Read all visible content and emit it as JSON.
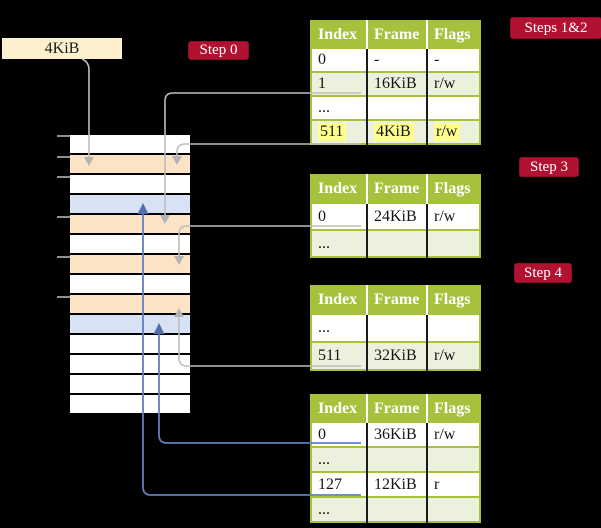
{
  "labels": {
    "frame_size": "4KiB"
  },
  "badges": {
    "step0": "Step 0",
    "steps12": "Steps 1&2",
    "step3": "Step 3",
    "step4": "Step 4"
  },
  "columns": [
    "Index",
    "Frame",
    "Flags"
  ],
  "tables": [
    {
      "id": "steps12-table",
      "rows": [
        [
          "0",
          "-",
          "-"
        ],
        [
          "1",
          "16KiB",
          "r/w"
        ],
        [
          "...",
          "",
          ""
        ],
        [
          "511",
          "4KiB",
          "r/w"
        ]
      ],
      "highlighted_row": "511 | 4KiB | r/w"
    },
    {
      "id": "step3-table",
      "rows": [
        [
          "0",
          "24KiB",
          "r/w"
        ],
        [
          "...",
          "",
          ""
        ]
      ]
    },
    {
      "id": "step4-table",
      "rows": [
        [
          "...",
          "",
          ""
        ],
        [
          "511",
          "32KiB",
          "r/w"
        ]
      ]
    },
    {
      "id": "final-table",
      "rows": [
        [
          "0",
          "36KiB",
          "r/w"
        ],
        [
          "...",
          "",
          ""
        ],
        [
          "127",
          "12KiB",
          "r"
        ],
        [
          "...",
          "",
          ""
        ]
      ]
    }
  ],
  "memory": {
    "rows": [
      "white",
      "peach",
      "white",
      "blue",
      "peach",
      "white",
      "peach",
      "white",
      "peach",
      "blue",
      "white",
      "white",
      "white",
      "white"
    ]
  },
  "connections": [
    {
      "from": "frame-size-label",
      "to": "memory-row-2"
    },
    {
      "from": "steps12-table row 1 (16KiB)",
      "to": "memory-row-5"
    },
    {
      "from": "steps12-table row 511 (4KiB)",
      "to": "memory-row-2"
    },
    {
      "from": "step3-table row 0 (24KiB)",
      "to": "memory-row-7"
    },
    {
      "from": "step4-table row 511 (32KiB)",
      "to": "memory-row-9"
    },
    {
      "from": "final-table row 0 (36KiB)",
      "to": "memory-row-10"
    },
    {
      "from": "final-table row 127 (12KiB)",
      "to": "memory-row-4"
    }
  ],
  "colors": {
    "background": "#000000",
    "table_header": "#a6c23c",
    "table_alt_row": "#ecf1dd",
    "highlight_yellow": "#ffff8e",
    "badge_red": "#b11231",
    "frame_label_box": "#fcf0ce",
    "memory_peach": "#fde3c6",
    "memory_blue": "#d7e3f4",
    "connector_gray": "#bdbdbd",
    "connector_blue": "#5f7fba"
  }
}
